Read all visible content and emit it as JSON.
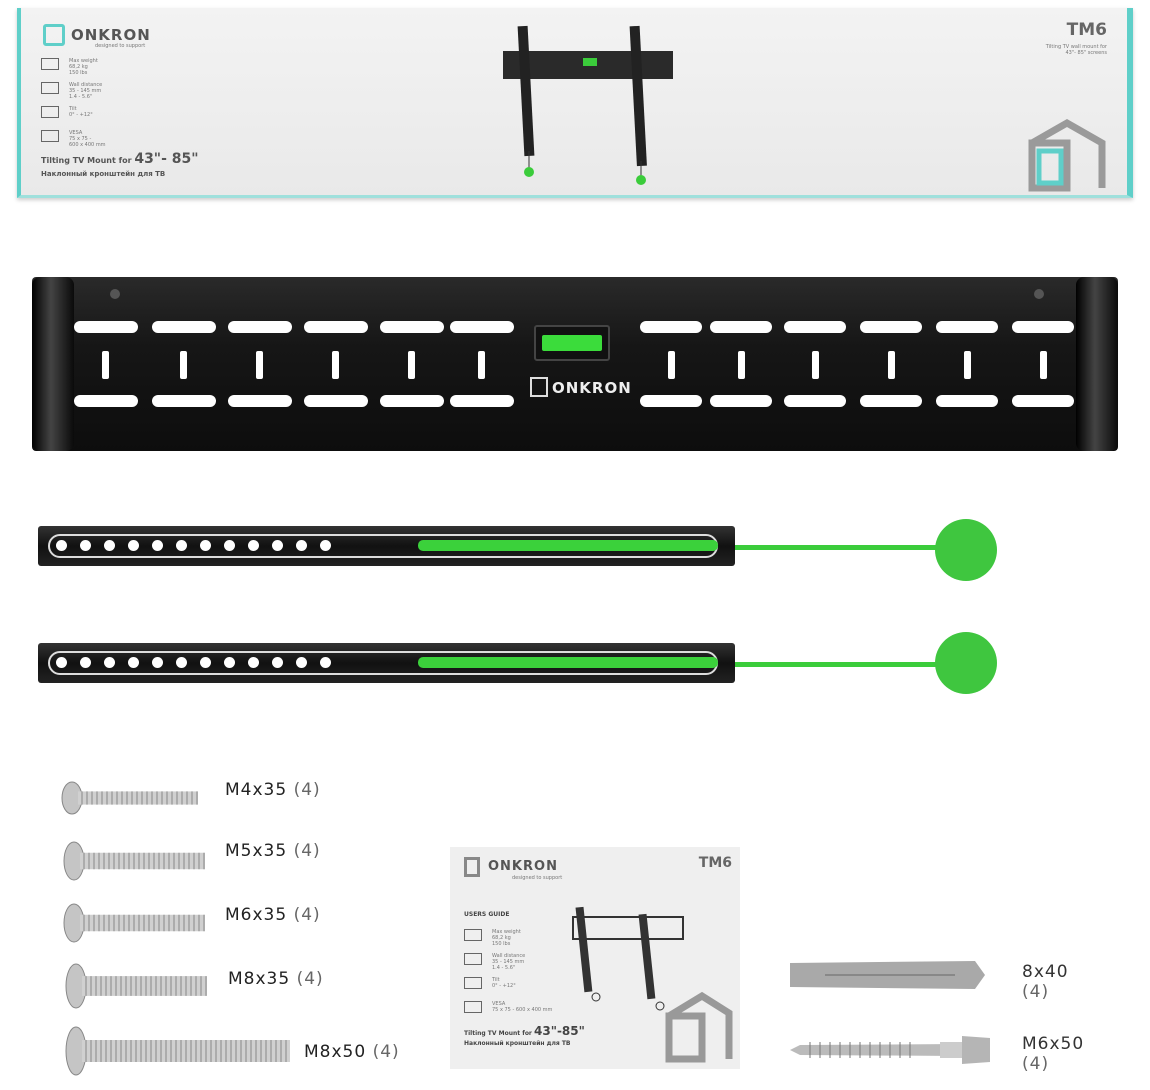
{
  "box": {
    "brand": "ONKRON",
    "tagline": "designed to support",
    "specs": [
      {
        "icon": "weight-icon",
        "label": "Max weight",
        "lines": [
          "68,2 kg",
          "150 lbs"
        ]
      },
      {
        "icon": "wall-distance-icon",
        "label": "Wall distance",
        "lines": [
          "35 - 145 mm",
          "1.4 - 5.6\""
        ]
      },
      {
        "icon": "tilt-icon",
        "label": "Tilt",
        "lines": [
          "0° - +12°"
        ]
      },
      {
        "icon": "vesa-icon",
        "label": "VESA",
        "lines": [
          "75 x 75 -",
          "600 x 400 mm"
        ]
      }
    ],
    "title_prefix": "Tilting TV Mount for",
    "size_range": "43\"- 85\"",
    "title_ru": "Наклонный кронштейн для ТВ",
    "model": "TM6",
    "model_desc_1": "Tilting TV wall mount for",
    "model_desc_2": "43\"- 85\" screens"
  },
  "wall_plate": {
    "brand": "ONKRON"
  },
  "screws": [
    {
      "size": "M4x35",
      "qty": "(4)"
    },
    {
      "size": "M5x35",
      "qty": "(4)"
    },
    {
      "size": "M6x35",
      "qty": "(4)"
    },
    {
      "size": "M8x35",
      "qty": "(4)"
    },
    {
      "size": "M8x50",
      "qty": "(4)"
    }
  ],
  "anchors": [
    {
      "size": "8x40",
      "qty": "(4)"
    },
    {
      "size": "M6x50",
      "qty": "(4)"
    }
  ],
  "manual": {
    "brand": "ONKRON",
    "tagline": "designed to support",
    "model": "TM6",
    "heading": "USERS GUIDE",
    "specs": [
      {
        "label": "Max weight",
        "lines": [
          "68,2 kg",
          "150 lbs"
        ]
      },
      {
        "label": "Wall distance",
        "lines": [
          "35 - 145 mm",
          "1.4 - 5.6\""
        ]
      },
      {
        "label": "Tilt",
        "lines": [
          "0° - +12°"
        ]
      },
      {
        "label": "VESA",
        "lines": [
          "75 x 75 - 600 x 400 mm"
        ]
      }
    ],
    "title_prefix": "Tilting TV Mount for",
    "size_range": "43\"-85\"",
    "title_ru": "Наклонный кронштейн для ТВ"
  },
  "colors": {
    "accent": "#5fcfc9",
    "green": "#3bcc3b"
  }
}
